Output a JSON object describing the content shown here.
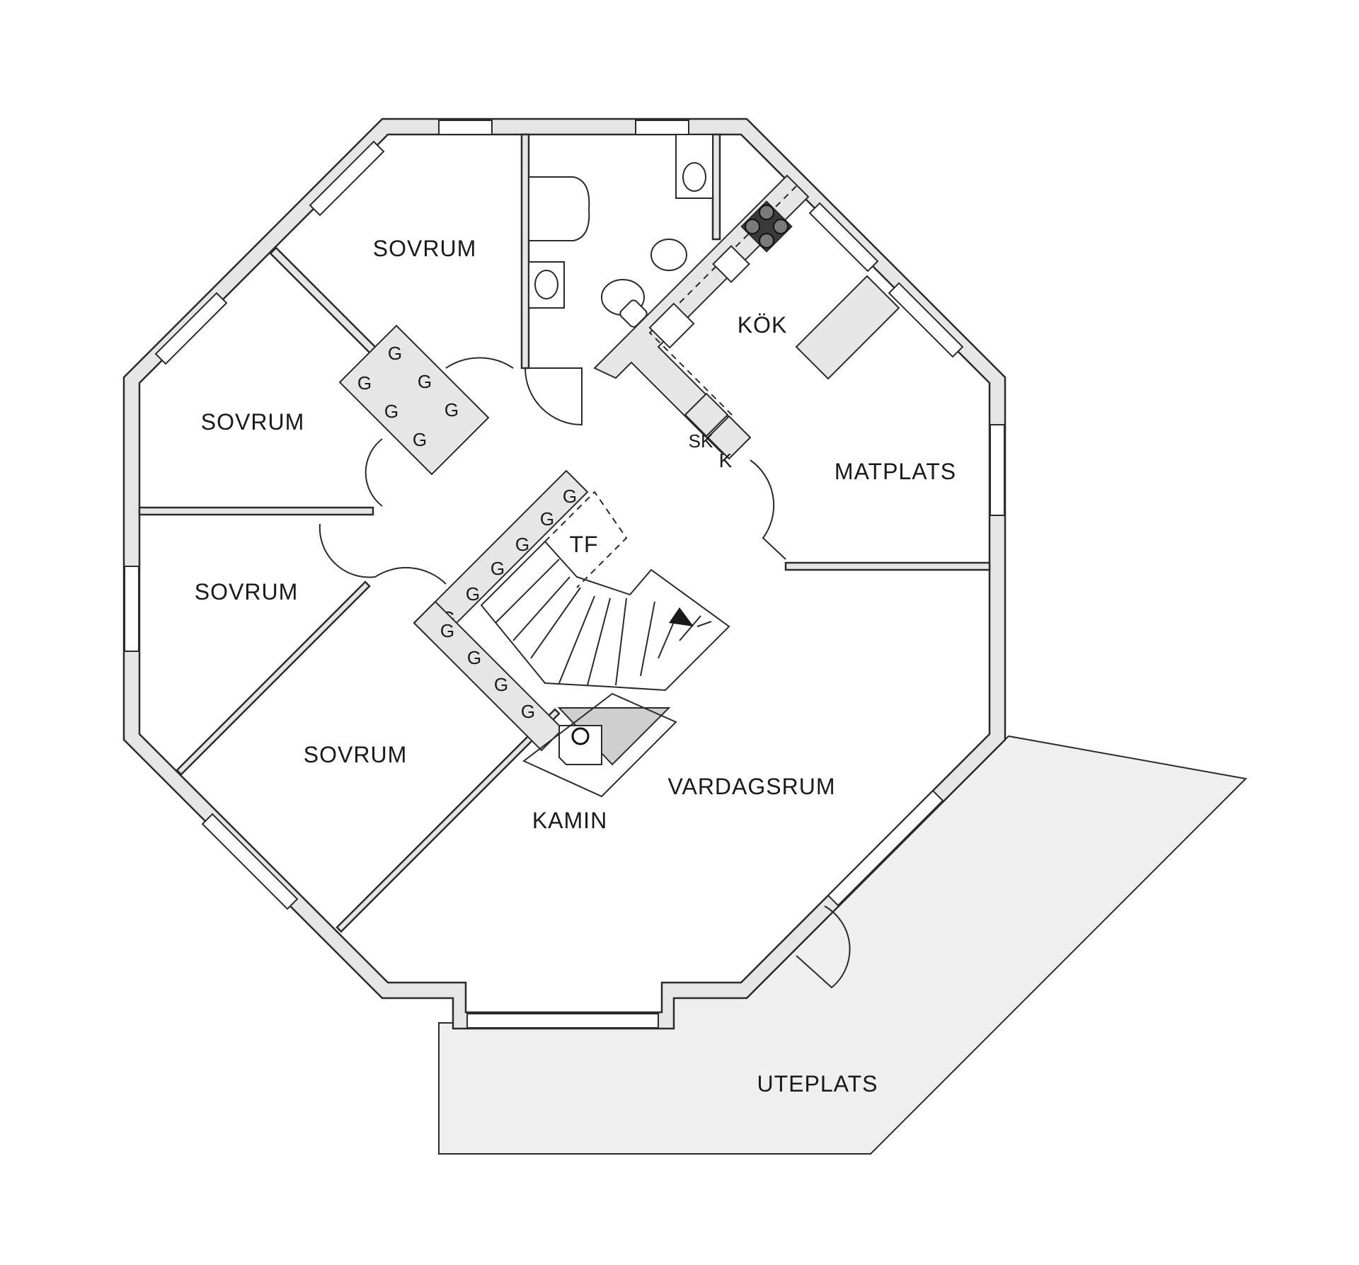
{
  "rooms": {
    "bedroom_top": "SOVRUM",
    "bedroom_left_upper": "SOVRUM",
    "bedroom_left_lower": "SOVRUM",
    "bedroom_bottom": "SOVRUM",
    "kitchen": "KÖK",
    "dining": "MATPLATS",
    "living": "VARDAGSRUM",
    "fireplace": "KAMIN",
    "terrace": "UTEPLATS",
    "hatch": "TF"
  },
  "kitchen_units": {
    "dishwasher": "SK",
    "fridge": "K"
  },
  "wardrobes": {
    "label": "G",
    "count_upper_cluster": 6,
    "count_stair_upper": 6,
    "count_stair_lower": 4
  }
}
